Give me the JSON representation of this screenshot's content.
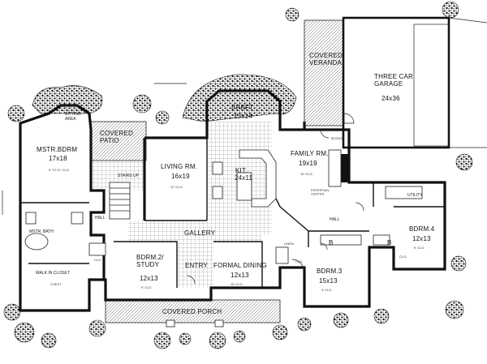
{
  "rooms": {
    "covered_veranda": "COVERED\nVERANDA",
    "garage": "THREE CAR\nGARAGE",
    "garage_size": "24x36",
    "bkfst": "BRKFT",
    "bkfst_size": "13x14",
    "sitting_area": "SITTING\nAREA",
    "mstr_bdrm": "MSTR.BDRM",
    "mstr_bdrm_size": "17x18",
    "mstr_bdrm_clg": "9' TO 11' CLG.",
    "covered_patio": "COVERED\nPATIO",
    "living_rm": "LIVING RM.",
    "living_rm_size": "16x19",
    "living_rm_clg": "12' CLG.",
    "kitchen": "KIT.",
    "kitchen_size": "24x11",
    "family_rm": "FAMILY RM.",
    "family_rm_size": "19x19",
    "family_rm_clg": "10' CLG.",
    "stairs_up": "STAIRS UP",
    "mstr_bath": "MSTR. BATH",
    "hall_left": "HALL",
    "hall_right": "HALL",
    "gallery": "GALLERY",
    "utility": "UTILITY",
    "bdrm4": "BDRM.4",
    "bdrm4_size": "12x13",
    "bdrm4_clg": "9' CLG.",
    "walk_in_closet": "WALK IN CLOSET",
    "bdrm2": "BDRM.2/\nSTUDY",
    "bdrm2_size": "12x13",
    "bdrm2_clg": "9' CLG.",
    "entry": "ENTRY",
    "formal_dining": "FORMAL DINING",
    "formal_dining_size": "12x13",
    "formal_dining_clg": "10' CLG.",
    "bdrm3": "BDRM.3",
    "bdrm3_size": "15x13",
    "bdrm3_clg": "9' CLG.",
    "covered_porch": "COVERED PORCH",
    "entertain_center": "ENTERTAIN.\nCENTER",
    "books": "BOOKS",
    "linen": "LINEN",
    "clo": "CLO.",
    "chest": "CHEST",
    "b": "B"
  }
}
